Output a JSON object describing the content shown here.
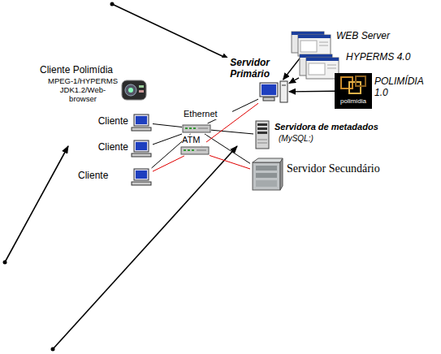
{
  "diagram": {
    "nodes": [
      {
        "text": [
          "Cliente Polimídia",
          "MPEG-1/HYPERMS JDK1.2/Web-browser"
        ]
      },
      {
        "text": [
          "Cliente"
        ]
      },
      {
        "text": [
          "Cliente"
        ]
      },
      {
        "text": [
          "Cliente"
        ]
      },
      {
        "text": [
          "Ethernet"
        ]
      },
      {
        "text": [
          "ATM"
        ]
      },
      {
        "text": [
          "Servidor Primário"
        ]
      },
      {
        "text": [
          "WEB Server"
        ]
      },
      {
        "text": [
          "HYPERMS 4.0"
        ]
      },
      {
        "text": [
          "POLIMÍDIA 1.0",
          "polimídia"
        ]
      },
      {
        "text": [
          "Servidora de metadados",
          "(MySQL:)"
        ]
      },
      {
        "text": [
          "Servidor Secundário"
        ]
      }
    ],
    "edges": [
      {
        "from": 1,
        "to": 4,
        "arrow": "none"
      },
      {
        "from": 2,
        "to": 4,
        "arrow": "none"
      },
      {
        "from": 3,
        "to": 4,
        "arrow": "none"
      },
      {
        "from": 3,
        "to": 5,
        "arrow": "none"
      },
      {
        "from": 4,
        "to": 6,
        "arrow": "none"
      },
      {
        "from": 4,
        "to": 10,
        "arrow": "none"
      },
      {
        "from": 4,
        "to": 11,
        "arrow": "none"
      },
      {
        "from": 5,
        "to": 6,
        "arrow": "none"
      },
      {
        "from": 5,
        "to": 11,
        "arrow": "none"
      },
      {
        "from": 7,
        "to": 6,
        "arrow": "to"
      },
      {
        "from": 8,
        "to": 6,
        "arrow": "to"
      },
      {
        "from": 9,
        "to": 6,
        "arrow": "to"
      }
    ]
  }
}
